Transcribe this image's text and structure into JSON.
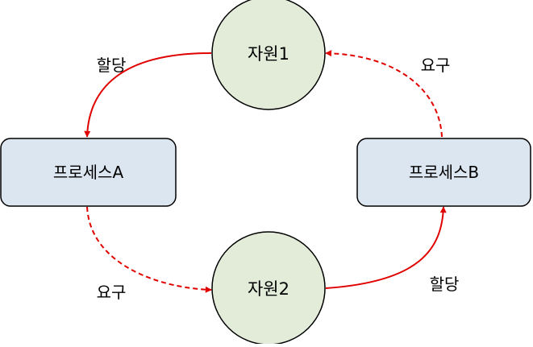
{
  "nodes": {
    "resource1": {
      "label": "자원1",
      "fill": "#e2ecd9",
      "stroke": "#000000"
    },
    "resource2": {
      "label": "자원2",
      "fill": "#e2ecd9",
      "stroke": "#000000"
    },
    "processA": {
      "label": "프로세스A",
      "fill": "#dce6f1",
      "stroke": "#000000"
    },
    "processB": {
      "label": "프로세스B",
      "fill": "#dce6f1",
      "stroke": "#000000"
    }
  },
  "edges": {
    "alloc_r1_to_a": {
      "label": "할당",
      "style": "solid",
      "color": "#e00000"
    },
    "request_b_to_r1": {
      "label": "요구",
      "style": "dashed",
      "color": "#e00000"
    },
    "request_a_to_r2": {
      "label": "요구",
      "style": "dashed",
      "color": "#e00000"
    },
    "alloc_r2_to_b": {
      "label": "할당",
      "style": "solid",
      "color": "#e00000"
    }
  }
}
